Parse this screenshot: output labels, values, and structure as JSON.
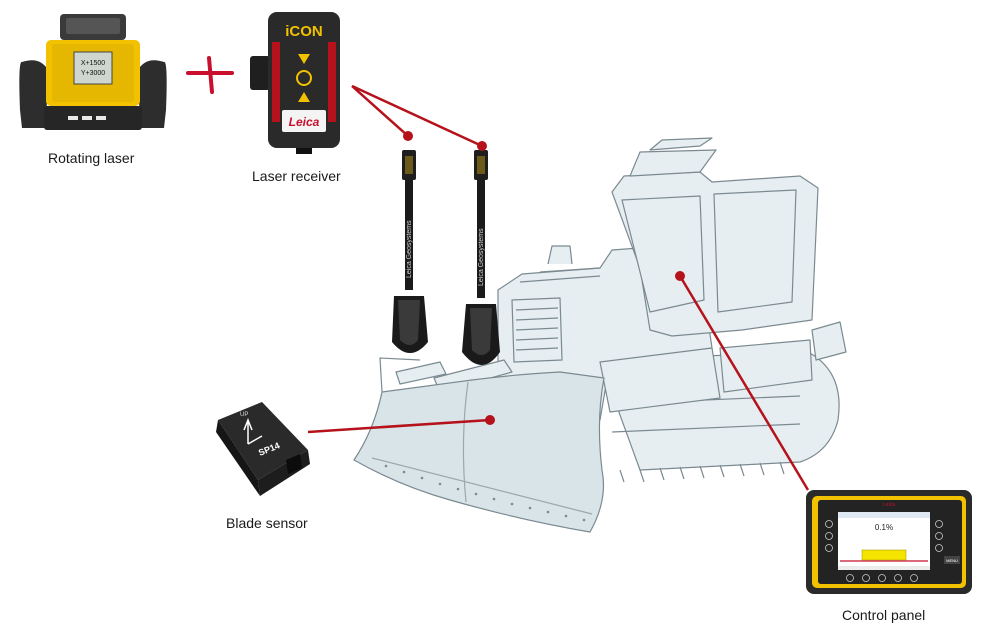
{
  "labels": {
    "rotating_laser": "Rotating laser",
    "laser_receiver": "Laser receiver",
    "blade_sensor": "Blade sensor",
    "control_panel": "Control panel"
  },
  "devices": {
    "laser_display_line1": "X+1500",
    "laser_display_line2": "Y+3000",
    "receiver_brand": "iCON",
    "receiver_logo": "Leica",
    "mast_text": "Leica Geosystems",
    "sensor_model": "SP14",
    "sensor_up": "UP",
    "panel_value": "0.1%",
    "panel_logo": "Leica",
    "panel_menu": "MENU"
  },
  "colors": {
    "connector": "#b5121b",
    "dozer_fill": "#e6eef1",
    "dozer_stroke": "#7b8a91",
    "device_body": "#2b2b2b",
    "accent_yellow": "#f2c200",
    "accent_red": "#c8102e"
  },
  "icons": {
    "plus": "plus-icon"
  }
}
